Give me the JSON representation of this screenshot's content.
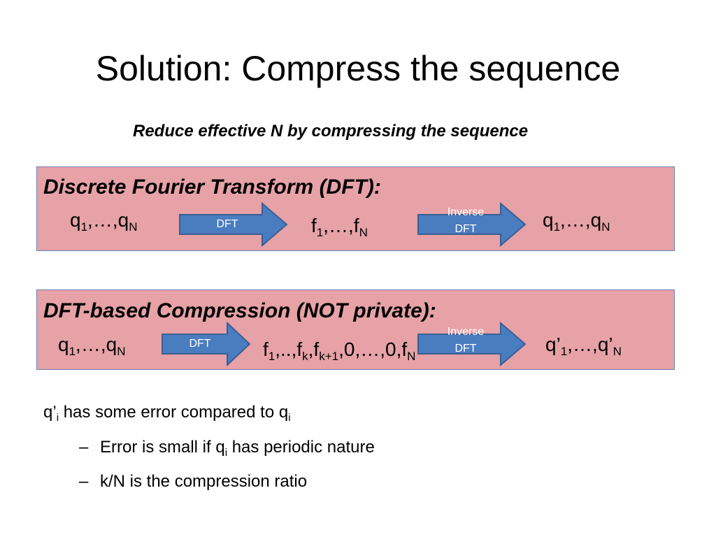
{
  "title": "Solution: Compress the sequence",
  "subtitle": "Reduce effective N by compressing the sequence",
  "colors": {
    "box_fill": "#e6a2a6",
    "box_border": "#6f7fb2",
    "arrow_fill": "#4a7cc0",
    "arrow_border": "#3a5f94"
  },
  "box1": {
    "heading": "Discrete Fourier Transform (DFT):",
    "input": {
      "a": "q",
      "s1": "1",
      "mid": ",…,q",
      "s2": "N"
    },
    "arrow1_label": "DFT",
    "middle": {
      "a": "f",
      "s1": "1",
      "mid": ",…,f",
      "s2": "N"
    },
    "arrow2_line1": "Inverse",
    "arrow2_line2": "DFT",
    "output": {
      "a": "q",
      "s1": "1",
      "mid": ",…,q",
      "s2": "N"
    }
  },
  "box2": {
    "heading": "DFT-based Compression (NOT private):",
    "input": {
      "a": "q",
      "s1": "1",
      "mid": ",…,q",
      "s2": "N"
    },
    "arrow1_label": "DFT",
    "middle": {
      "a": "f",
      "s1": "1",
      "b": ",..,f",
      "s2": "k",
      "c": ",f",
      "s3": "k+1",
      "d": ",0,…,0,f",
      "s4": "N"
    },
    "arrow2_line1": "Inverse",
    "arrow2_line2": "DFT",
    "output": {
      "a": "q’",
      "s1": "1",
      "mid": ",…,q’",
      "s2": "N"
    }
  },
  "bullets": {
    "main": {
      "a": "q’",
      "s1": "i",
      "b": " has some error compared to q",
      "s2": "i"
    },
    "sub1": {
      "dash": "–",
      "a": "Error is small if q",
      "s1": "i",
      "b": " has periodic nature"
    },
    "sub2": {
      "dash": "–",
      "text": "k/N is the compression ratio"
    }
  }
}
